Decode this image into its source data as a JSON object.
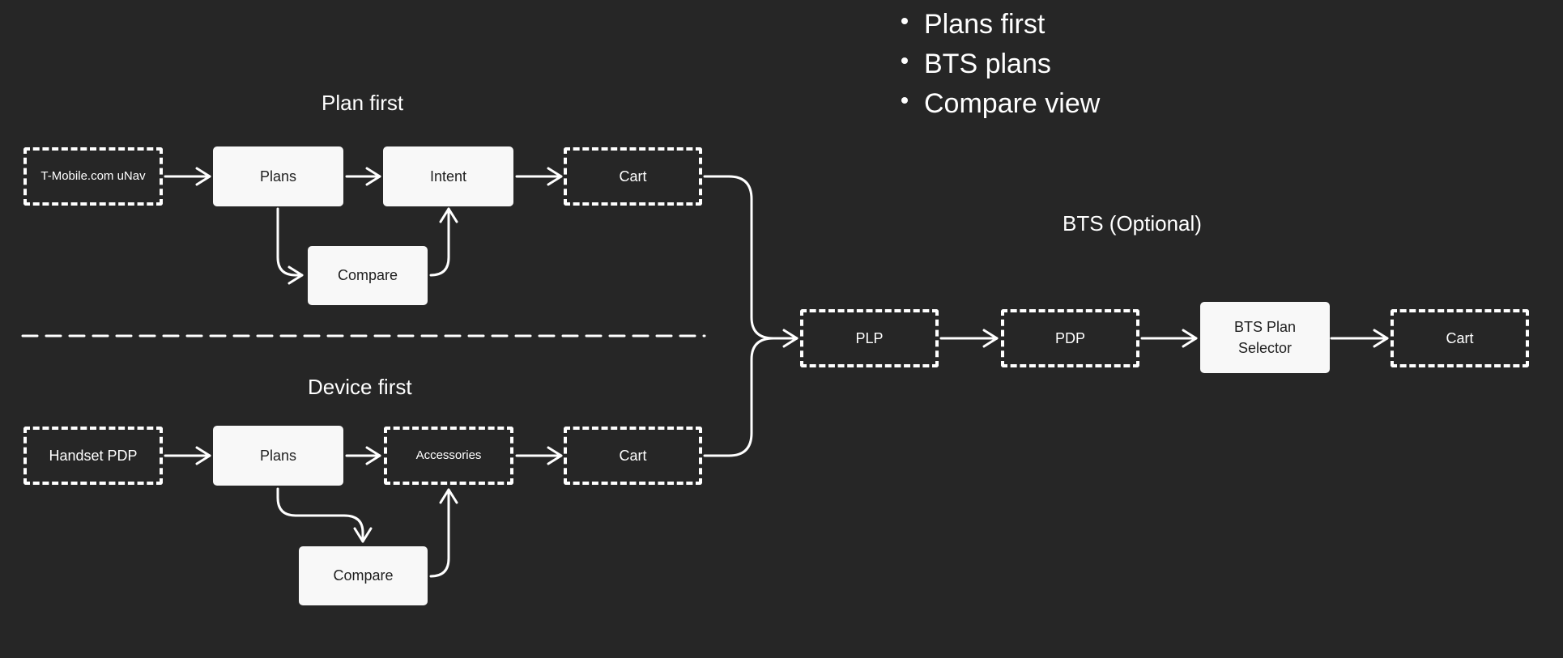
{
  "bullets": [
    "Plans first",
    "BTS plans",
    "Compare view"
  ],
  "headings": {
    "plan_first": "Plan first",
    "device_first": "Device first",
    "bts": "BTS (Optional)"
  },
  "plan_first": {
    "unav": "T-Mobile.com uNav",
    "plans": "Plans",
    "intent": "Intent",
    "cart": "Cart",
    "compare": "Compare"
  },
  "device_first": {
    "handset_pdp": "Handset PDP",
    "plans": "Plans",
    "accessories": "Accessories",
    "cart": "Cart",
    "compare": "Compare"
  },
  "bts": {
    "plp": "PLP",
    "pdp": "PDP",
    "plan_selector": "BTS Plan Selector",
    "cart": "Cart"
  },
  "colors": {
    "background": "#262626",
    "node_fill": "#f8f8f8",
    "node_text": "#1e1e1e",
    "line": "#ffffff"
  }
}
